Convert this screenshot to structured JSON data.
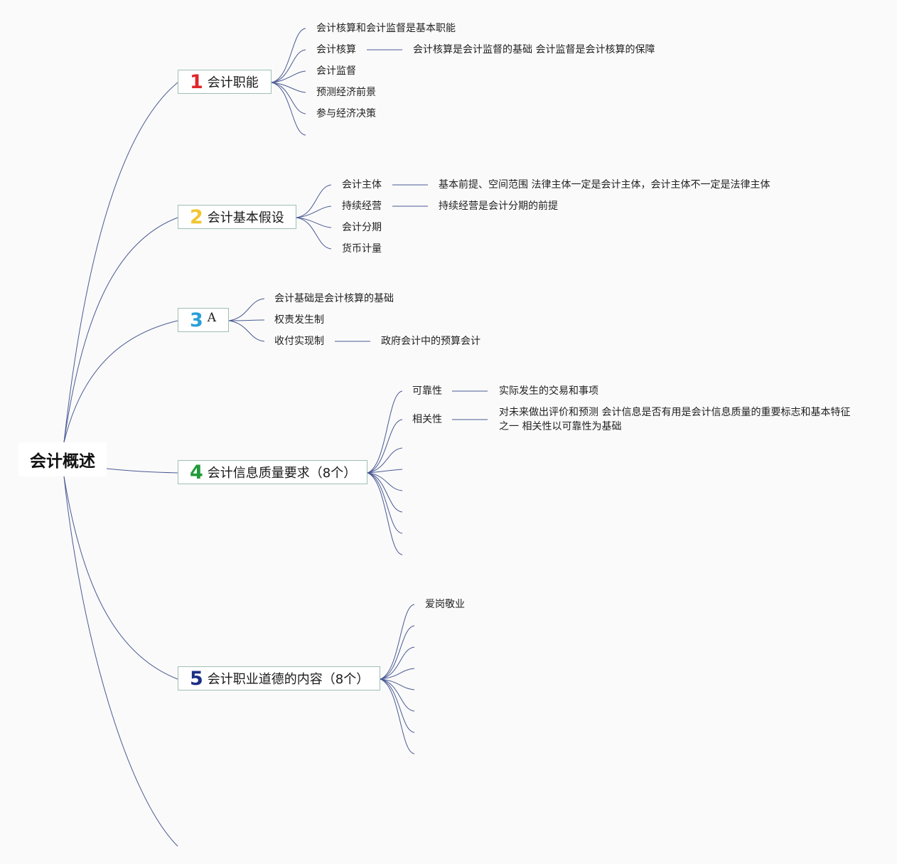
{
  "root": {
    "label": "会计概述"
  },
  "branches": [
    {
      "num": "1",
      "num_color": "#e0262b",
      "label": "会计职能",
      "items": [
        "会计核算和会计监督是基本职能",
        "会计核算",
        "会计监督",
        "预测经济前景",
        "参与经济决策"
      ],
      "details": [
        "会计核算是会计监督的基础 会计监督是会计核算的保障"
      ]
    },
    {
      "num": "2",
      "num_color": "#f2c531",
      "label": "会计基本假设",
      "items": [
        "会计主体",
        "持续经营",
        "会计分期",
        "货币计量"
      ],
      "details": [
        "基本前提、空间范围 法律主体一定是会计主体，会计主体不一定是法律主体",
        "持续经营是会计分期的前提"
      ]
    },
    {
      "num": "3",
      "num_color": "#2a9fd8",
      "label": "A",
      "items": [
        "会计基础是会计核算的基础",
        "权责发生制",
        "收付实现制"
      ],
      "details": [
        "政府会计中的预算会计"
      ]
    },
    {
      "num": "4",
      "num_color": "#1f9a3a",
      "label": "会计信息质量要求（8个）",
      "items": [
        "可靠性",
        "相关性"
      ],
      "details": [
        "实际发生的交易和事项",
        "对未来做出评价和预测 会计信息是否有用是会计信息质量的重要标志和基本特征之一 相关性以可靠性为基础"
      ]
    },
    {
      "num": "5",
      "num_color": "#1c2f86",
      "label": "会计职业道德的内容（8个）",
      "items": [
        "爱岗敬业"
      ]
    }
  ]
}
